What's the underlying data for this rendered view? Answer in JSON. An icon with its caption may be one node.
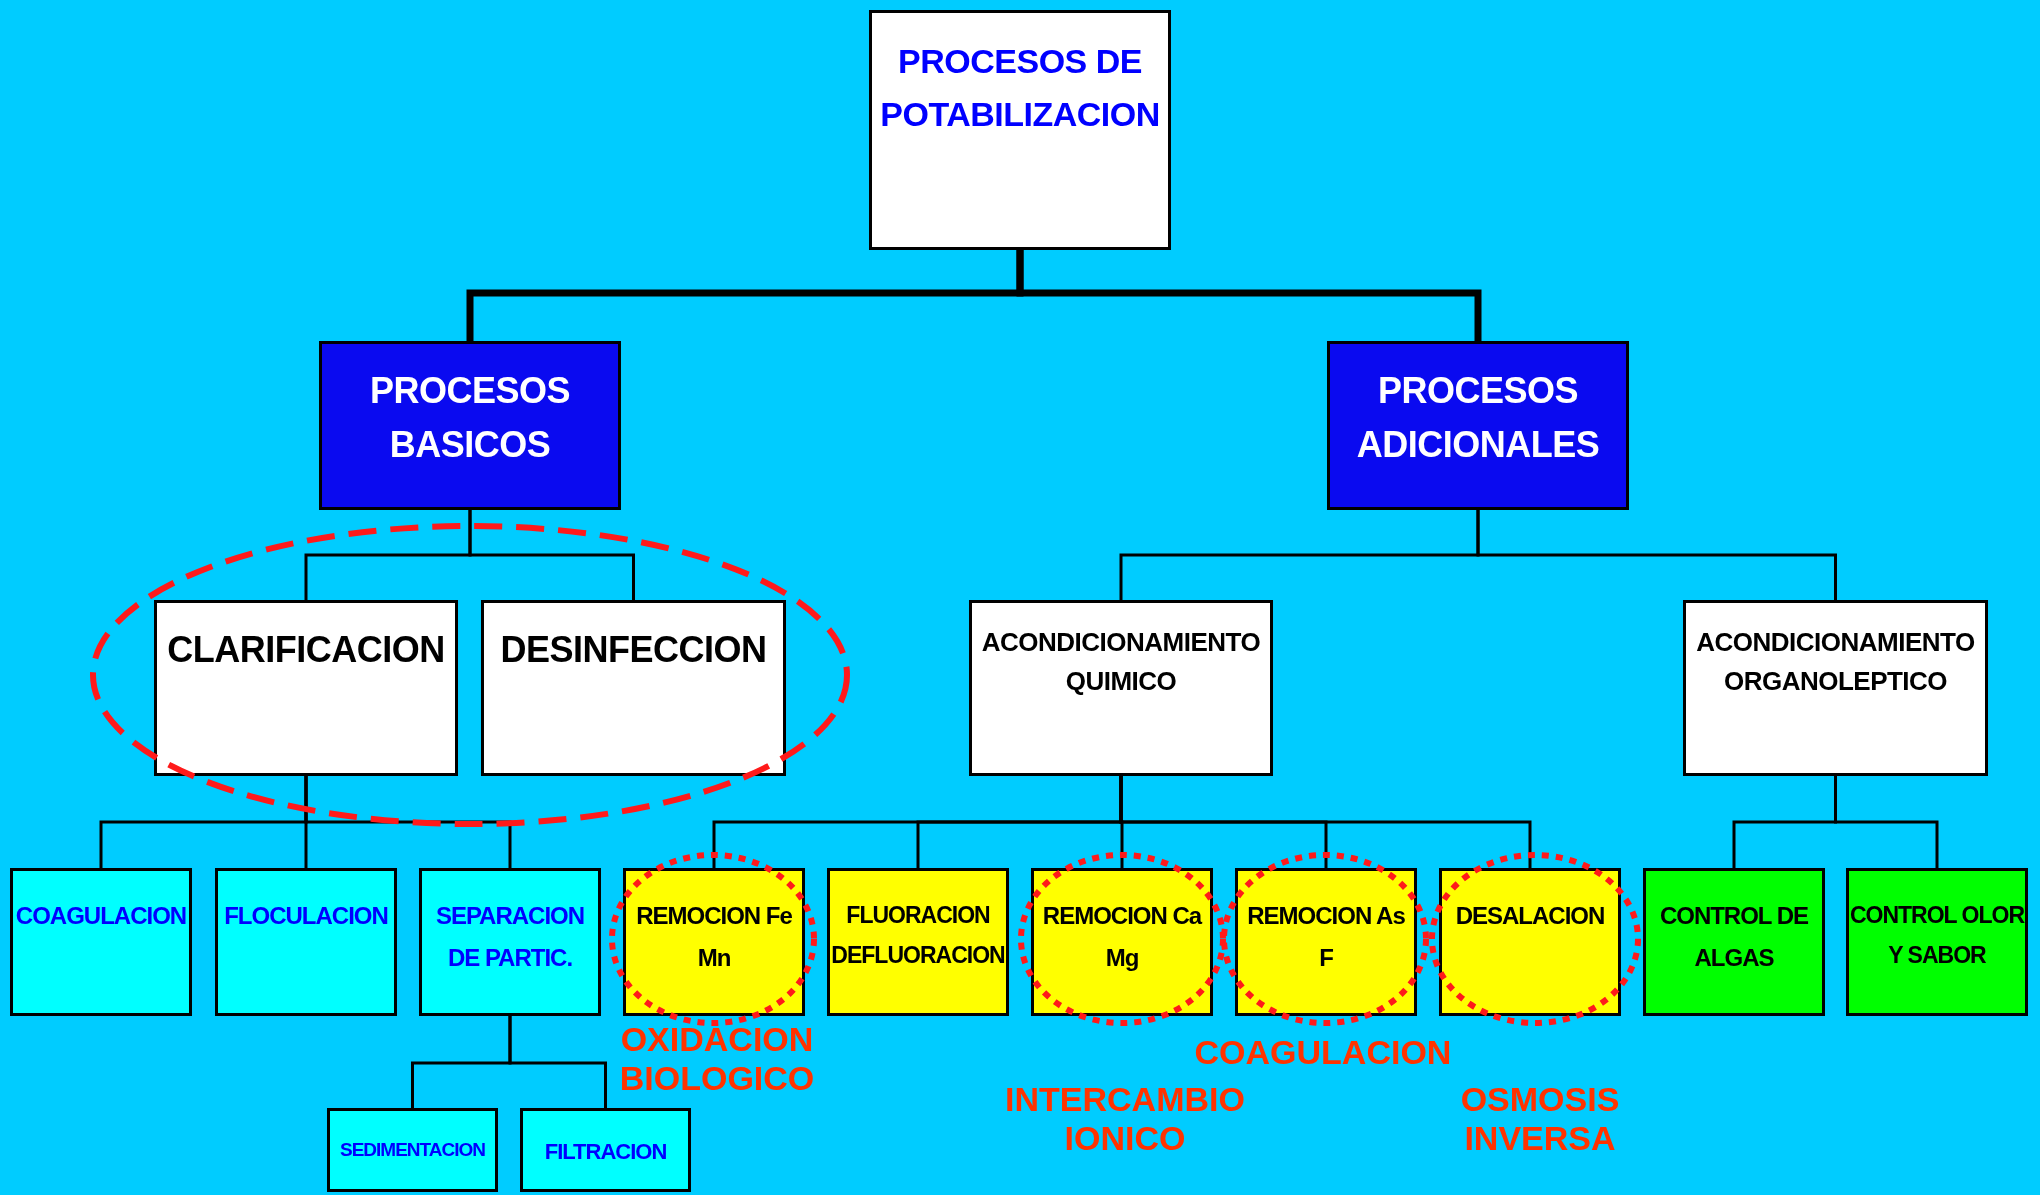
{
  "diagram": {
    "nodes": [
      {
        "text": [
          "PROCESOS DE POTABILIZACION"
        ]
      },
      {
        "text": [
          "PROCESOS BASICOS"
        ]
      },
      {
        "text": [
          "PROCESOS ADICIONALES"
        ]
      },
      {
        "text": [
          "CLARIFICACION"
        ]
      },
      {
        "text": [
          "DESINFECCION"
        ]
      },
      {
        "text": [
          "ACONDICIONAMIENTO QUIMICO"
        ]
      },
      {
        "text": [
          "ACONDICIONAMIENTO ORGANOLEPTICO"
        ]
      },
      {
        "text": [
          "COAGULACION"
        ]
      },
      {
        "text": [
          "FLOCULACION"
        ]
      },
      {
        "text": [
          "SEPARACION DE PARTIC."
        ]
      },
      {
        "text": [
          "REMOCION Fe Mn"
        ],
        "beside": [
          "OXIDACION BIOLOGICO"
        ]
      },
      {
        "text": [
          "FLUORACION DEFLUORACION"
        ]
      },
      {
        "text": [
          "REMOCION Ca Mg"
        ],
        "beside": [
          "INTERCAMBIO IONICO"
        ]
      },
      {
        "text": [
          "REMOCION As F"
        ],
        "beside": [
          "COAGULACION"
        ]
      },
      {
        "text": [
          "DESALACION"
        ],
        "beside": [
          "OSMOSIS INVERSA"
        ]
      },
      {
        "text": [
          "CONTROL DE ALGAS"
        ]
      },
      {
        "text": [
          "CONTROL OLOR Y SABOR"
        ]
      },
      {
        "text": [
          "SEDIMENTACION"
        ]
      },
      {
        "text": [
          "FILTRACION"
        ]
      }
    ],
    "edges": [
      {
        "from": 0,
        "to": 1,
        "arrow": "none",
        "style": "thick"
      },
      {
        "from": 0,
        "to": 2,
        "arrow": "none",
        "style": "thick"
      },
      {
        "from": 1,
        "to": 3,
        "arrow": "none"
      },
      {
        "from": 1,
        "to": 4,
        "arrow": "none"
      },
      {
        "from": 2,
        "to": 5,
        "arrow": "none"
      },
      {
        "from": 2,
        "to": 6,
        "arrow": "none"
      },
      {
        "from": 3,
        "to": 7,
        "arrow": "none"
      },
      {
        "from": 3,
        "to": 8,
        "arrow": "none"
      },
      {
        "from": 3,
        "to": 9,
        "arrow": "none"
      },
      {
        "from": 5,
        "to": 10,
        "arrow": "none"
      },
      {
        "from": 5,
        "to": 11,
        "arrow": "none"
      },
      {
        "from": 5,
        "to": 12,
        "arrow": "none"
      },
      {
        "from": 5,
        "to": 13,
        "arrow": "none"
      },
      {
        "from": 5,
        "to": 14,
        "arrow": "none"
      },
      {
        "from": 6,
        "to": 15,
        "arrow": "none"
      },
      {
        "from": 6,
        "to": 16,
        "arrow": "none"
      },
      {
        "from": 9,
        "to": 17,
        "arrow": "none"
      },
      {
        "from": 9,
        "to": 18,
        "arrow": "none"
      }
    ]
  }
}
